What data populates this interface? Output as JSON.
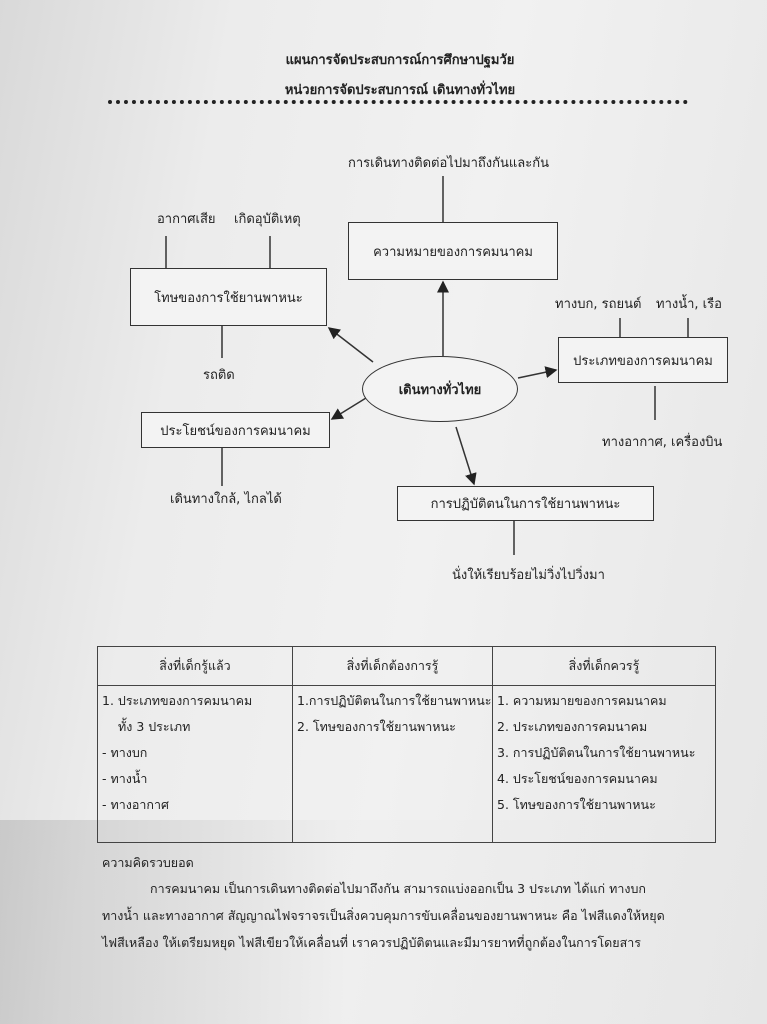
{
  "header": {
    "title": "แผนการจัดประสบการณ์การศึกษาปฐมวัย",
    "subtitle": "หน่วยการจัดประสบการณ์  เดินทางทั่วไทย"
  },
  "diagram": {
    "center": "เดินทางทั่วไทย",
    "meaning_box": "ความหมายของการคมนาคม",
    "meaning_detail": "การเดินทางติดต่อไปมาถึงกันและกัน",
    "harm_box": "โทษของการใช้ยานพาหนะ",
    "harm_details": [
      "อากาศเสีย",
      "เกิดอุบัติเหตุ",
      "รถติด"
    ],
    "benefit_box": "ประโยชน์ของการคมนาคม",
    "benefit_detail": "เดินทางใกล้, ไกลได้",
    "types_box": "ประเภทของการคมนาคม",
    "types_details": [
      "ทางบก, รถยนต์",
      "ทางน้ำ, เรือ",
      "ทางอากาศ,  เครื่องบิน"
    ],
    "conduct_box": "การปฏิบัติตนในการใช้ยานพาหนะ",
    "conduct_detail": "นั่งให้เรียบร้อยไม่วิ่งไปวิ่งมา"
  },
  "table": {
    "headers": [
      "สิ่งที่เด็กรู้แล้ว",
      "สิ่งที่เด็กต้องการรู้",
      "สิ่งที่เด็กควรรู้"
    ],
    "col1": [
      "1. ประเภทของการคมนาคม",
      "    ทั้ง 3 ประเภท",
      "- ทางบก",
      "- ทางน้ำ",
      "- ทางอากาศ"
    ],
    "col2": [
      "1.การปฏิบัติตนในการใช้ยานพาหนะ",
      "2. โทษของการใช้ยานพาหนะ"
    ],
    "col3": [
      "1. ความหมายของการคมนาคม",
      "2. ประเภทของการคมนาคม",
      "3. การปฏิบัติตนในการใช้ยานพาหนะ",
      "4. ประโยชน์ของการคมนาคม",
      "5. โทษของการใช้ยานพาหนะ"
    ]
  },
  "conclusion": {
    "heading": "ความคิดรวบยอด",
    "lines": [
      "การคมนาคม เป็นการเดินทางติดต่อไปมาถึงกัน สามารถแบ่งออกเป็น 3 ประเภท ได้แก่ ทางบก",
      "ทางน้ำ และทางอากาศ สัญญาณไฟจราจรเป็นสิ่งควบคุมการขับเคลื่อนของยานพาหนะ คือ ไฟสีแดงให้หยุด",
      "ไฟสีเหลือง ให้เตรียมหยุด ไฟสีเขียวให้เคลื่อนที่ เราควรปฏิบัติตนและมีมารยาทที่ถูกต้องในการโดยสาร"
    ]
  }
}
